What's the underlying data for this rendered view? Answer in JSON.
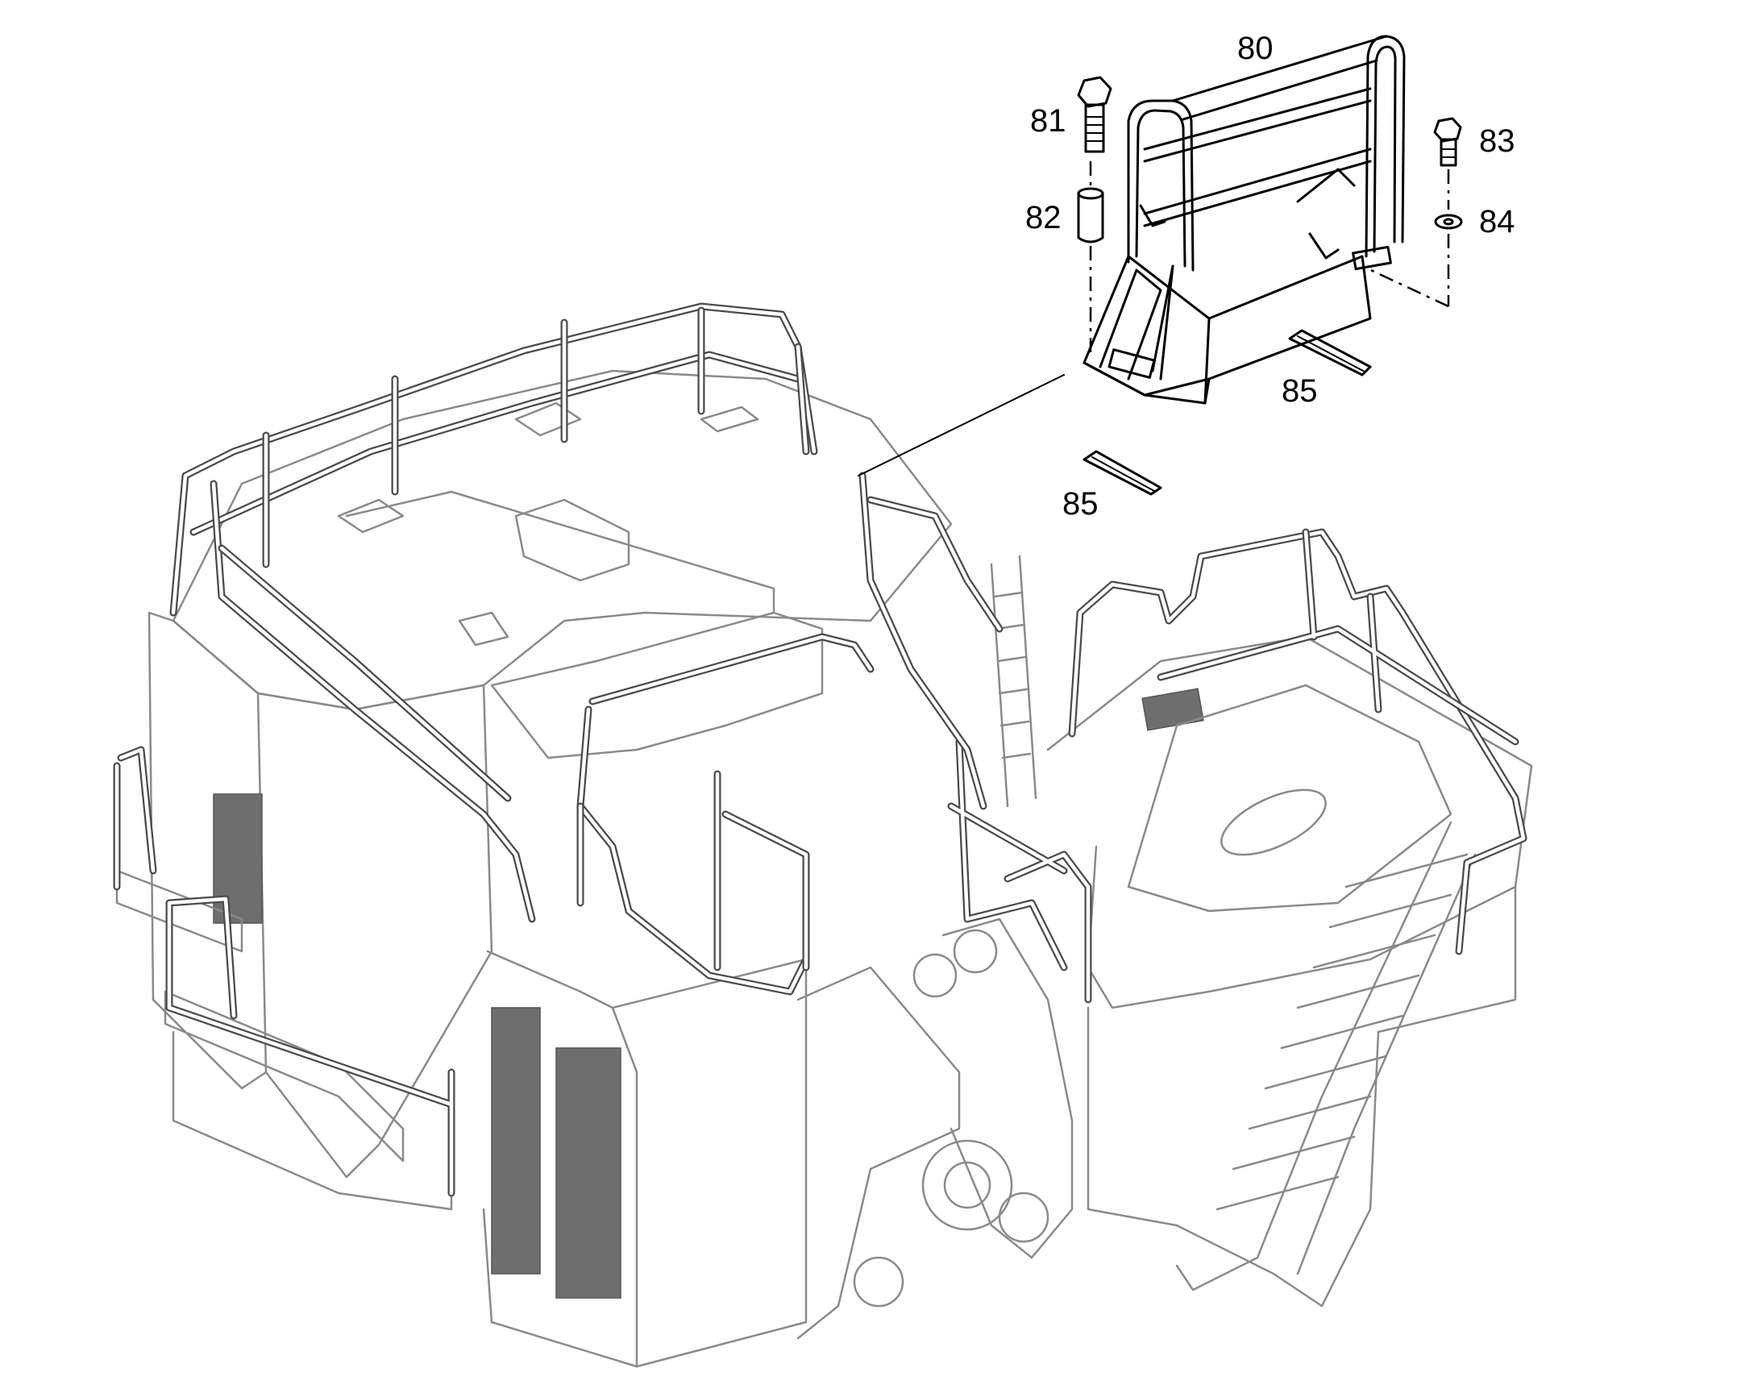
{
  "callouts": [
    {
      "id": "80",
      "label": "80"
    },
    {
      "id": "81",
      "label": "81"
    },
    {
      "id": "82",
      "label": "82"
    },
    {
      "id": "83",
      "label": "83"
    },
    {
      "id": "84",
      "label": "84"
    },
    {
      "id": "85a",
      "label": "85"
    },
    {
      "id": "85b",
      "label": "85"
    }
  ],
  "parts": {
    "gate": "railing-gate-assembly",
    "bolt_long": "hex-bolt-long",
    "spacer": "spacer-sleeve",
    "bolt_short": "hex-bolt-short",
    "washer": "washer",
    "plate": "mounting-plate"
  },
  "colors": {
    "line": "#000000",
    "machine": "#8a8a8a",
    "grating": "#6e6e6e",
    "background": "#ffffff"
  }
}
